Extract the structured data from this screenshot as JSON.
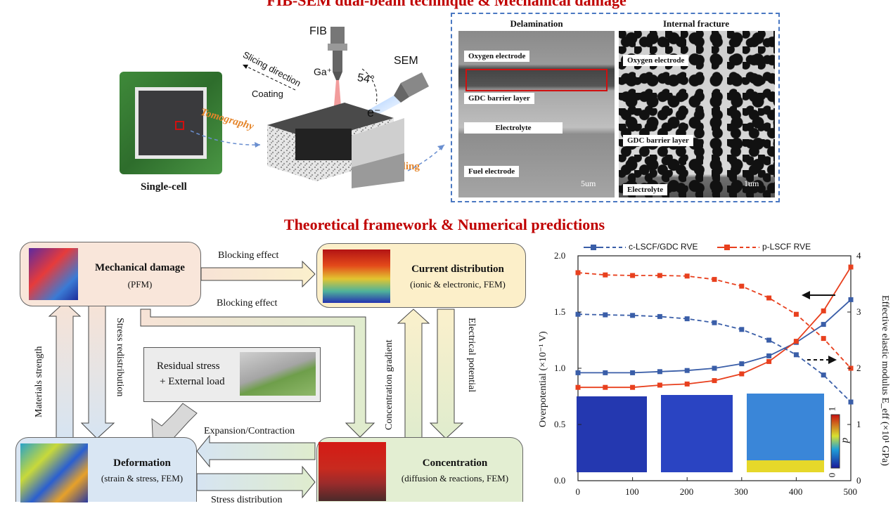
{
  "top_title": "FIB-SEM dual-beam technique & Mechanical damage",
  "middle_title": "Theoretical framework & Numerical predictions",
  "schematic": {
    "single_cell_label": "Single-cell",
    "tomography": "Tomography",
    "sampling": "Sampling",
    "fib": "FIB",
    "sem": "SEM",
    "ga": "Ga⁺",
    "angle": "54°",
    "electron": "e⁻",
    "slicing": "Slicing direction",
    "coating": "Coating"
  },
  "sem_images": {
    "left": {
      "heading": "Delamination",
      "labels": [
        "Oxygen electrode",
        "GDC barrier layer",
        "Electrolyte",
        "Fuel electrode"
      ],
      "scale": "5um"
    },
    "right": {
      "heading": "Internal fracture",
      "labels": [
        "Oxygen electrode",
        "GDC barrier layer",
        "Electrolyte"
      ],
      "scale": "1um"
    }
  },
  "framework": {
    "mech": {
      "title": "Mechanical damage",
      "sub": "(PFM)"
    },
    "current": {
      "title": "Current distribution",
      "sub": "(ionic & electronic, FEM)"
    },
    "deform": {
      "title": "Deformation",
      "sub": "(strain & stress, FEM)"
    },
    "conc": {
      "title": "Concentration",
      "sub": "(diffusion & reactions, FEM)"
    },
    "residual": {
      "line1": "Residual stress",
      "line2": "+ External load"
    },
    "arrows": {
      "blocking1": "Blocking effect",
      "blocking2": "Blocking  effect",
      "materials": "Materials strength",
      "stress_redis": "Stress redistribution",
      "conc_grad": "Concentration gradient",
      "elec_pot": "Electrical potential",
      "expansion": "Expansion/Contraction",
      "stress_dist": "Stress distribution"
    }
  },
  "chart_data": {
    "type": "line",
    "ylabel": "Overpotential  (×10⁻¹ V)",
    "y2label": "Effective elastic modulus E_eff (×10¹ GPa)",
    "xticks": [
      "0",
      "100",
      "200",
      "300",
      "400",
      "500"
    ],
    "yticks": [
      "0.0",
      "0.5",
      "1.0",
      "1.5",
      "2.0"
    ],
    "y2ticks": [
      "0",
      "1",
      "2",
      "3",
      "4"
    ],
    "xlim": [
      0,
      500
    ],
    "ylim": [
      0,
      2.0
    ],
    "y2lim": [
      0,
      4
    ],
    "colorbar_label": "p",
    "colorbar_ticks": [
      "0",
      "1"
    ],
    "x": [
      0,
      50,
      100,
      150,
      200,
      250,
      300,
      350,
      400,
      450,
      500
    ],
    "series": [
      {
        "name": "c-LSCF/GDC RVE",
        "axis": "left",
        "style": "solid",
        "color": "#3a5ea8",
        "values": [
          0.96,
          0.96,
          0.96,
          0.97,
          0.98,
          1.0,
          1.04,
          1.11,
          1.23,
          1.39,
          1.61
        ]
      },
      {
        "name": "p-LSCF RVE",
        "axis": "left",
        "style": "solid",
        "color": "#e8401e",
        "values": [
          0.83,
          0.83,
          0.83,
          0.85,
          0.86,
          0.89,
          0.95,
          1.06,
          1.24,
          1.51,
          1.9
        ]
      },
      {
        "name": "c-LSCF/GDC RVE",
        "axis": "right",
        "style": "dashed",
        "color": "#3a5ea8",
        "values": [
          2.96,
          2.95,
          2.94,
          2.92,
          2.88,
          2.81,
          2.69,
          2.5,
          2.24,
          1.88,
          1.4
        ]
      },
      {
        "name": "p-LSCF RVE",
        "axis": "right",
        "style": "dashed",
        "color": "#e8401e",
        "values": [
          3.7,
          3.66,
          3.65,
          3.65,
          3.64,
          3.58,
          3.46,
          3.25,
          2.96,
          2.53,
          2.0
        ]
      }
    ]
  }
}
